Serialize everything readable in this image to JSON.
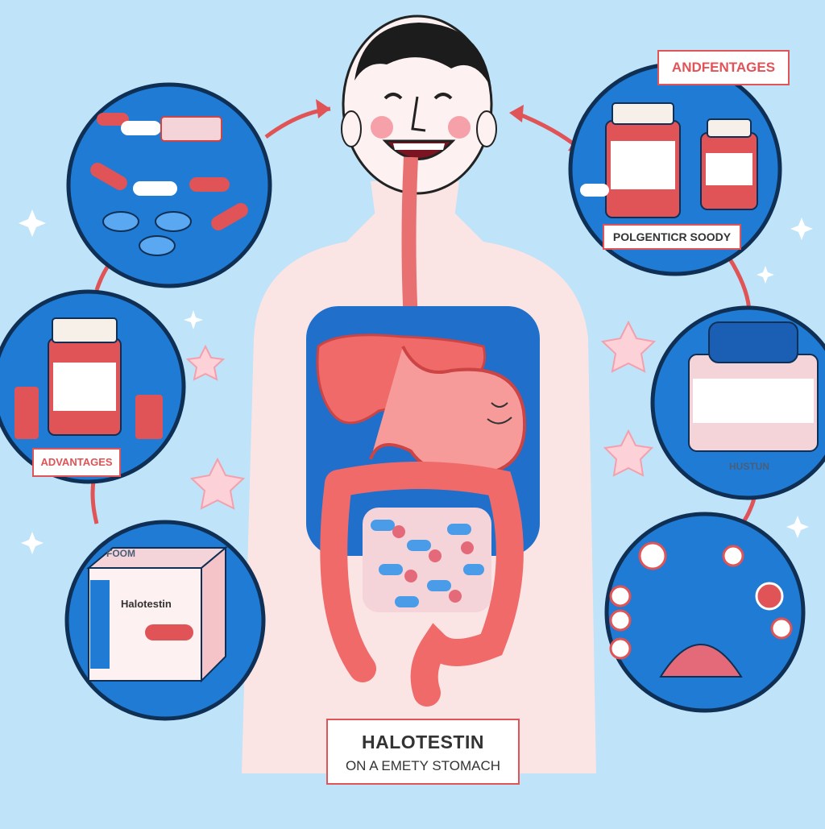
{
  "caption": {
    "title": "HALOTESTIN",
    "subtitle": "ON A EMETY STOMACH"
  },
  "labels": {
    "advantages_top": "ANDFENTAGES",
    "advantages_left": "ADVANTAGES",
    "study_tag": "POLGENTICR SOODY",
    "box_label": "FOOM",
    "jar_label": "HUSTUN",
    "halotestin_box": "Halotestin"
  },
  "colors": {
    "background": "#bfe3f8",
    "circle_blue": "#1f7bd3",
    "accent_red": "#e05356",
    "skin": "#fbe4e4"
  }
}
